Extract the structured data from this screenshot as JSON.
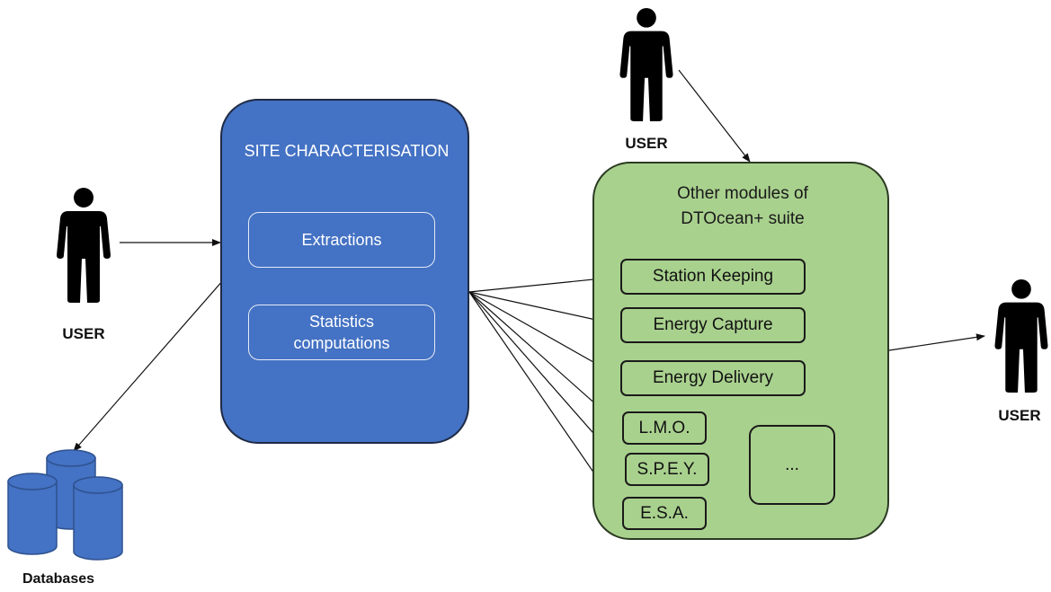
{
  "users": {
    "left_label": "USER",
    "top_label": "USER",
    "right_label": "USER"
  },
  "databases": {
    "label": "Databases"
  },
  "site_characterisation": {
    "title": "SITE CHARACTERISATION",
    "extractions": "Extractions",
    "statistics_line1": "Statistics",
    "statistics_line2": "computations"
  },
  "other_modules": {
    "title_line1": "Other modules of",
    "title_line2": "DTOcean+ suite",
    "items": [
      "Station Keeping",
      "Energy Capture",
      "Energy Delivery",
      "L.M.O.",
      "S.P.E.Y.",
      "E.S.A.",
      "..."
    ]
  },
  "colors": {
    "site_fill": "#4472c4",
    "modules_fill": "#a9d18e",
    "database_fill": "#4472c4",
    "person_fill": "#000000"
  },
  "icons": [
    "person-icon",
    "database-icon"
  ]
}
